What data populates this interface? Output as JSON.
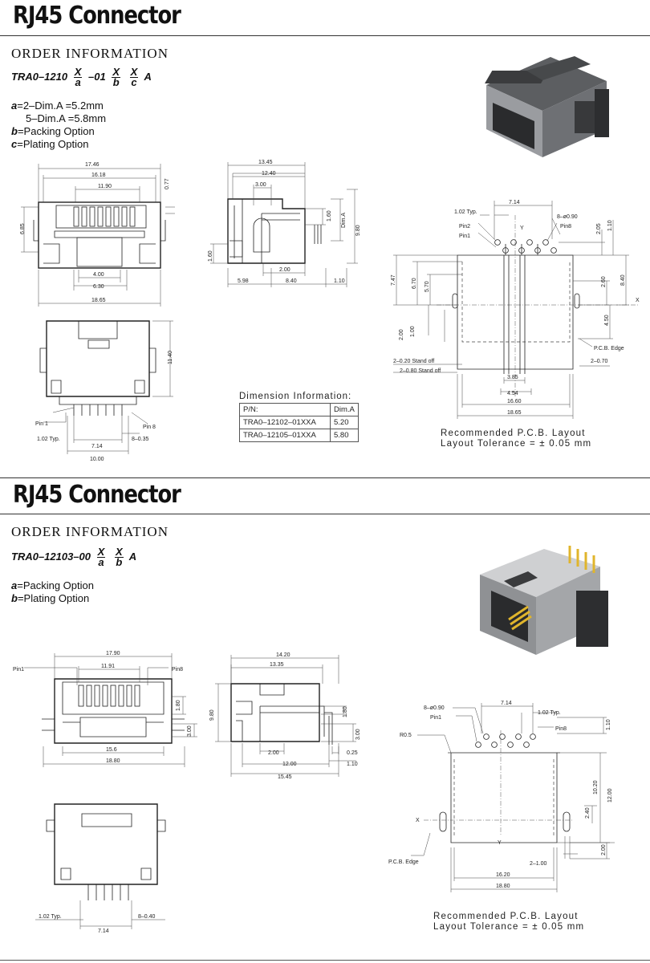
{
  "sections": [
    {
      "title": "RJ45 Connector",
      "order_heading": "ORDER INFORMATION",
      "part_prefix": "TRA0–1210",
      "part_mid": "–01",
      "part_suffix": "A",
      "frac1_top": "X",
      "frac1_bot": "a",
      "frac2_top": "X",
      "frac2_bot": "b",
      "frac3_top": "X",
      "frac3_bot": "c",
      "spec_a_key": "a",
      "spec_a_line1": "=2–Dim.A  =5.2mm",
      "spec_a_line2": "5–Dim.A  =5.8mm",
      "spec_b_key": "b",
      "spec_b_text": "=Packing  Option",
      "spec_c_key": "c",
      "spec_c_text": "=Plating  Option",
      "dimension_table": {
        "caption": "Dimension  Information:",
        "header": [
          "P/N:",
          "Dim.A"
        ],
        "rows": [
          [
            "TRA0–12102–01XXA",
            "5.20"
          ],
          [
            "TRA0–12105–01XXA",
            "5.80"
          ]
        ]
      },
      "recommend_line1": "Recommended    P.C.B.  Layout",
      "recommend_line2": "Layout  Tolerance  =  ±  0.05  mm",
      "front_dims": {
        "d1": "17.46",
        "d2": "16.18",
        "d3": "11.90",
        "d4": "0.77",
        "d5": "6.85",
        "d6": "4.00",
        "d7": "6.30",
        "d8": "18.65"
      },
      "side_dims": {
        "d1": "13.45",
        "d2": "12.40",
        "d3": "3.00",
        "d4": "1.60",
        "d5": "Dim.A",
        "d6": "9.80",
        "d7": "1.60",
        "d8": "2.00",
        "d9": "5.98",
        "d10": "8.40",
        "d11": "1.10"
      },
      "bottom_dims": {
        "d1": "11.40",
        "pin1": "Pin 1",
        "pin8": "Pin 8",
        "d2": "1.02  Typ.",
        "d3": "8–0.35",
        "d4": "7.14",
        "d5": "10.00"
      },
      "pcb_dims": {
        "d1": "7.14",
        "d2": "1.02  Typ.",
        "d3": "8–ø0.90",
        "pin2": "Pin2",
        "pin1": "Pin1",
        "pin8": "Pin8",
        "y": "Y",
        "x": "X",
        "d4": "2.05",
        "d5": "1.10",
        "d6": "7.47",
        "d7": "6.70",
        "d8": "5.70",
        "d9": "2.60",
        "d10": "8.40",
        "d11": "2.00",
        "d12": "1.00",
        "d13": "4.50",
        "edge": "P.C.B.  Edge",
        "d14": "2–0.20  Stand  off",
        "d15": "2–0.80  Stand  off",
        "d16": "2–0.70",
        "d17": "3.85",
        "d18": "4.54",
        "d19": "16.60",
        "d20": "18.65"
      }
    },
    {
      "title": "RJ45 Connector",
      "order_heading": "ORDER INFORMATION",
      "part_prefix": "TRA0–12103–00",
      "part_suffix": "A",
      "frac1_top": "X",
      "frac1_bot": "a",
      "frac2_top": "X",
      "frac2_bot": "b",
      "spec_a_key": "a",
      "spec_a_text": "=Packing  Option",
      "spec_b_key": "b",
      "spec_b_text": "=Plating  Option",
      "recommend_line1": "Recommended    P.C.B.  Layout",
      "recommend_line2": "Layout  Tolerance  =  ±  0.05  mm",
      "front_dims": {
        "d1": "17.90",
        "d2": "11.91",
        "pin1": "Pin1",
        "pin8": "Pin8",
        "d3": "1.80",
        "d4": "3.00",
        "d5": "15.6",
        "d6": "18.80"
      },
      "side_dims": {
        "d1": "14.20",
        "d2": "13.35",
        "d3": "9.80",
        "d4": "1.80",
        "d5": "3.00",
        "d6": "2.00",
        "d7": "0.25",
        "d8": "12.00",
        "d9": "1.10",
        "d10": "15.45"
      },
      "bottom_dims": {
        "d1": "1.02  Typ.",
        "d2": "8–0.40",
        "d3": "7.14"
      },
      "pcb_dims": {
        "d1": "8–ø0.90",
        "d2": "7.14",
        "d3": "1.02  Typ.",
        "pin1": "Pin1",
        "pin8": "Pin8",
        "r": "R0.5",
        "d4": "1.10",
        "d5": "10.20",
        "d6": "12.00",
        "d7": "2.40",
        "x": "X",
        "y": "Y",
        "edge": "P.C.B.  Edge",
        "d8": "2–1.00",
        "d9": "2.00",
        "d10": "16.20",
        "d11": "18.80"
      }
    }
  ]
}
